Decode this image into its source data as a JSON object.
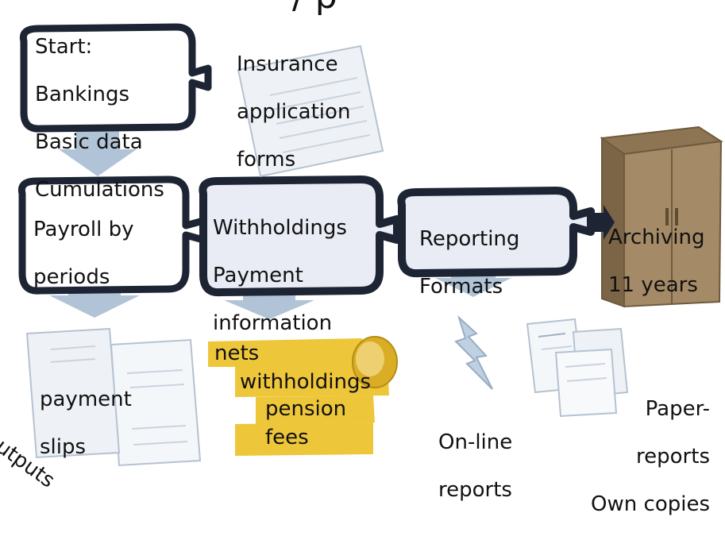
{
  "diagram": {
    "title_fragment": "/ p",
    "start": {
      "heading": "Start:",
      "lines": [
        "Bankings",
        "Basic data",
        "Cumulations"
      ]
    },
    "insurance": {
      "lines": [
        "Insurance",
        "application",
        "forms"
      ]
    },
    "payroll": {
      "lines": [
        "Payroll by",
        "periods"
      ]
    },
    "withholdings": {
      "lines": [
        "Withholdings",
        "Payment",
        "information"
      ]
    },
    "reporting": {
      "lines": [
        "Reporting",
        "Formats"
      ]
    },
    "archiving": {
      "lines": [
        "Archiving",
        "11 years"
      ]
    },
    "payment_slips": {
      "lines": [
        "payment",
        "slips"
      ]
    },
    "outputs_label": "outputs",
    "yellow_list": {
      "items": [
        "nets",
        "withholdings",
        "pension",
        "fees"
      ]
    },
    "online_reports": {
      "lines": [
        "On-line",
        "reports"
      ]
    },
    "paper_reports": {
      "lines": [
        "Paper-",
        "reports",
        "Own copies"
      ]
    }
  },
  "colors": {
    "box_fill": "#e9ebf5",
    "outline": "#1d2433",
    "arrow_blue": "#a9bdd3",
    "cabinet": "#a48a66",
    "yellow": "#eec63a",
    "paper": "#eef2f6"
  }
}
